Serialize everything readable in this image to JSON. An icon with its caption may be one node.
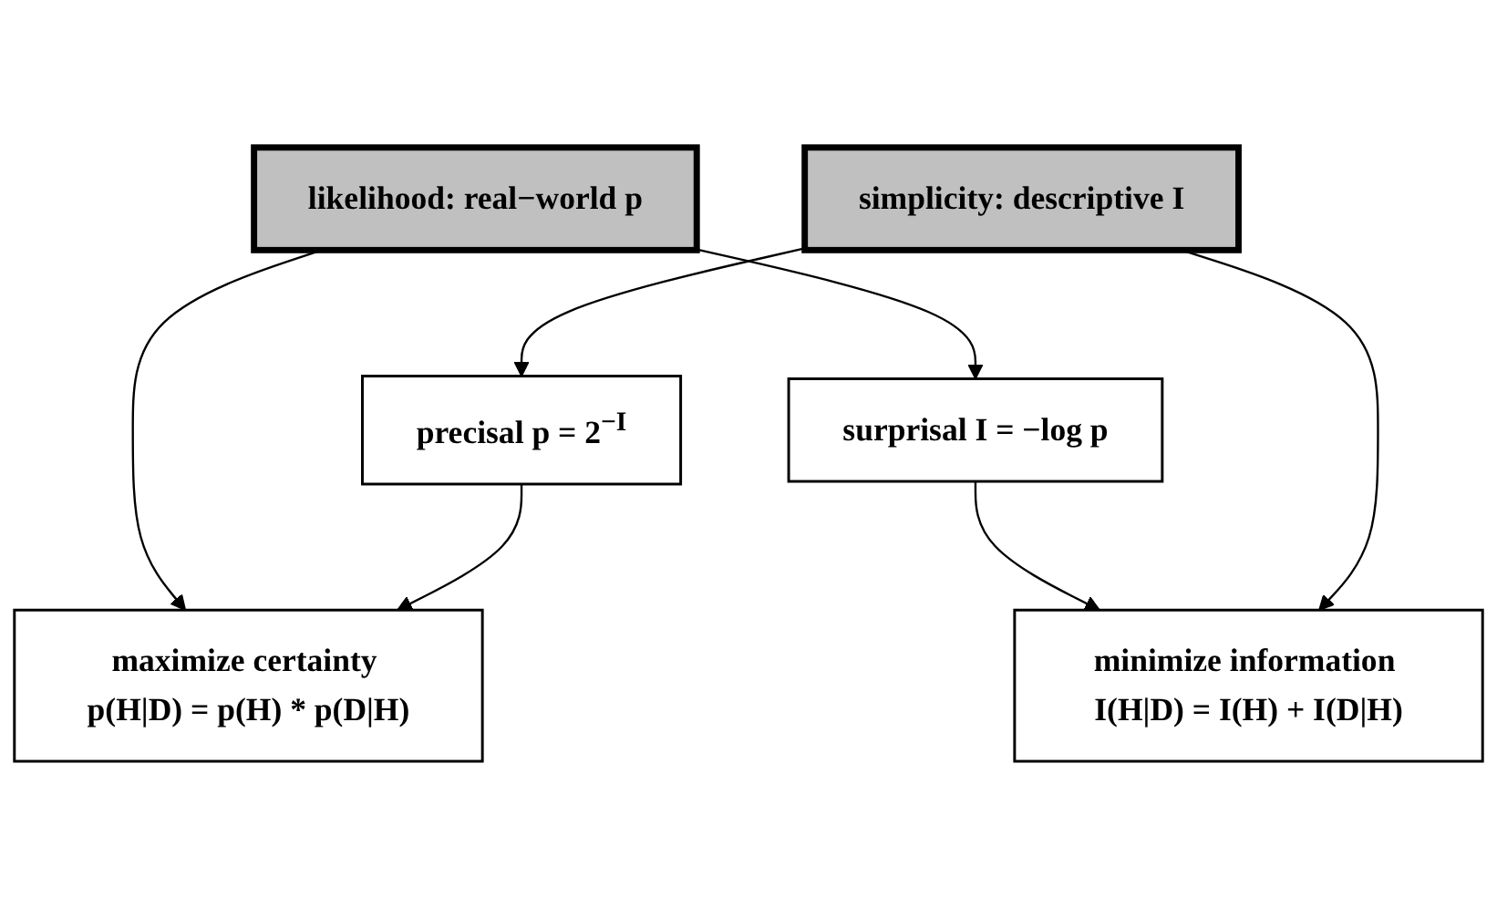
{
  "diagram": {
    "nodes": [
      {
        "text": [
          "maximize certainty p(H|D) = p(H) * p(D|H)"
        ]
      },
      {
        "text": [
          "likelihood: real−world p"
        ]
      },
      {
        "text": [
          "precisal p = 2$^{−I}$"
        ]
      },
      {
        "text": [
          "surprisal I = −log p"
        ]
      },
      {
        "text": [
          "simplicity: descriptive I"
        ]
      },
      {
        "text": [
          "minimize information I(H|D) = I(H) + I(D|H)"
        ]
      }
    ],
    "edges": [
      {
        "from": 1,
        "to": 0,
        "arrow": "to"
      },
      {
        "from": 1,
        "to": 3,
        "arrow": "to"
      },
      {
        "from": 2,
        "to": 0,
        "arrow": "to"
      },
      {
        "from": 4,
        "to": 2,
        "arrow": "to"
      },
      {
        "from": 3,
        "to": 5,
        "arrow": "to"
      },
      {
        "from": 4,
        "to": 5,
        "arrow": "to"
      }
    ]
  }
}
